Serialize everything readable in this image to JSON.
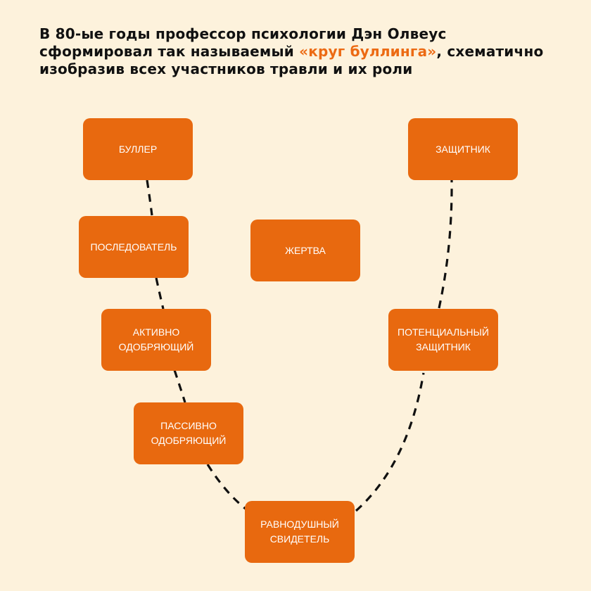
{
  "heading": {
    "text_before": "В 80-ые годы профессор психологии Дэн Олвеус сформировал так называемый ",
    "highlight": "«круг буллинга»",
    "text_after": ", схематично изобразив всех участников травли и их роли"
  },
  "colors": {
    "background": "#fdf2dc",
    "node_fill": "#e8690f",
    "accent_text": "#ec6a13",
    "connector": "#111111"
  },
  "roles": {
    "buller": "БУЛЛЕР",
    "follower": "ПОСЛЕДОВАТЕЛЬ",
    "active_supporter": {
      "line1": "АКТИВНО",
      "line2": "ОДОБРЯЮЩИЙ"
    },
    "passive_supporter": {
      "line1": "ПАССИВНО",
      "line2": "ОДОБРЯЮЩИЙ"
    },
    "bystander": {
      "line1": "РАВНОДУШНЫЙ",
      "line2": "СВИДЕТЕЛЬ"
    },
    "potential_defender": {
      "line1": "ПОТЕНЦИАЛЬНЫЙ",
      "line2": "ЗАЩИТНИК"
    },
    "defender": "ЗАЩИТНИК",
    "victim": "ЖЕРТВА"
  }
}
